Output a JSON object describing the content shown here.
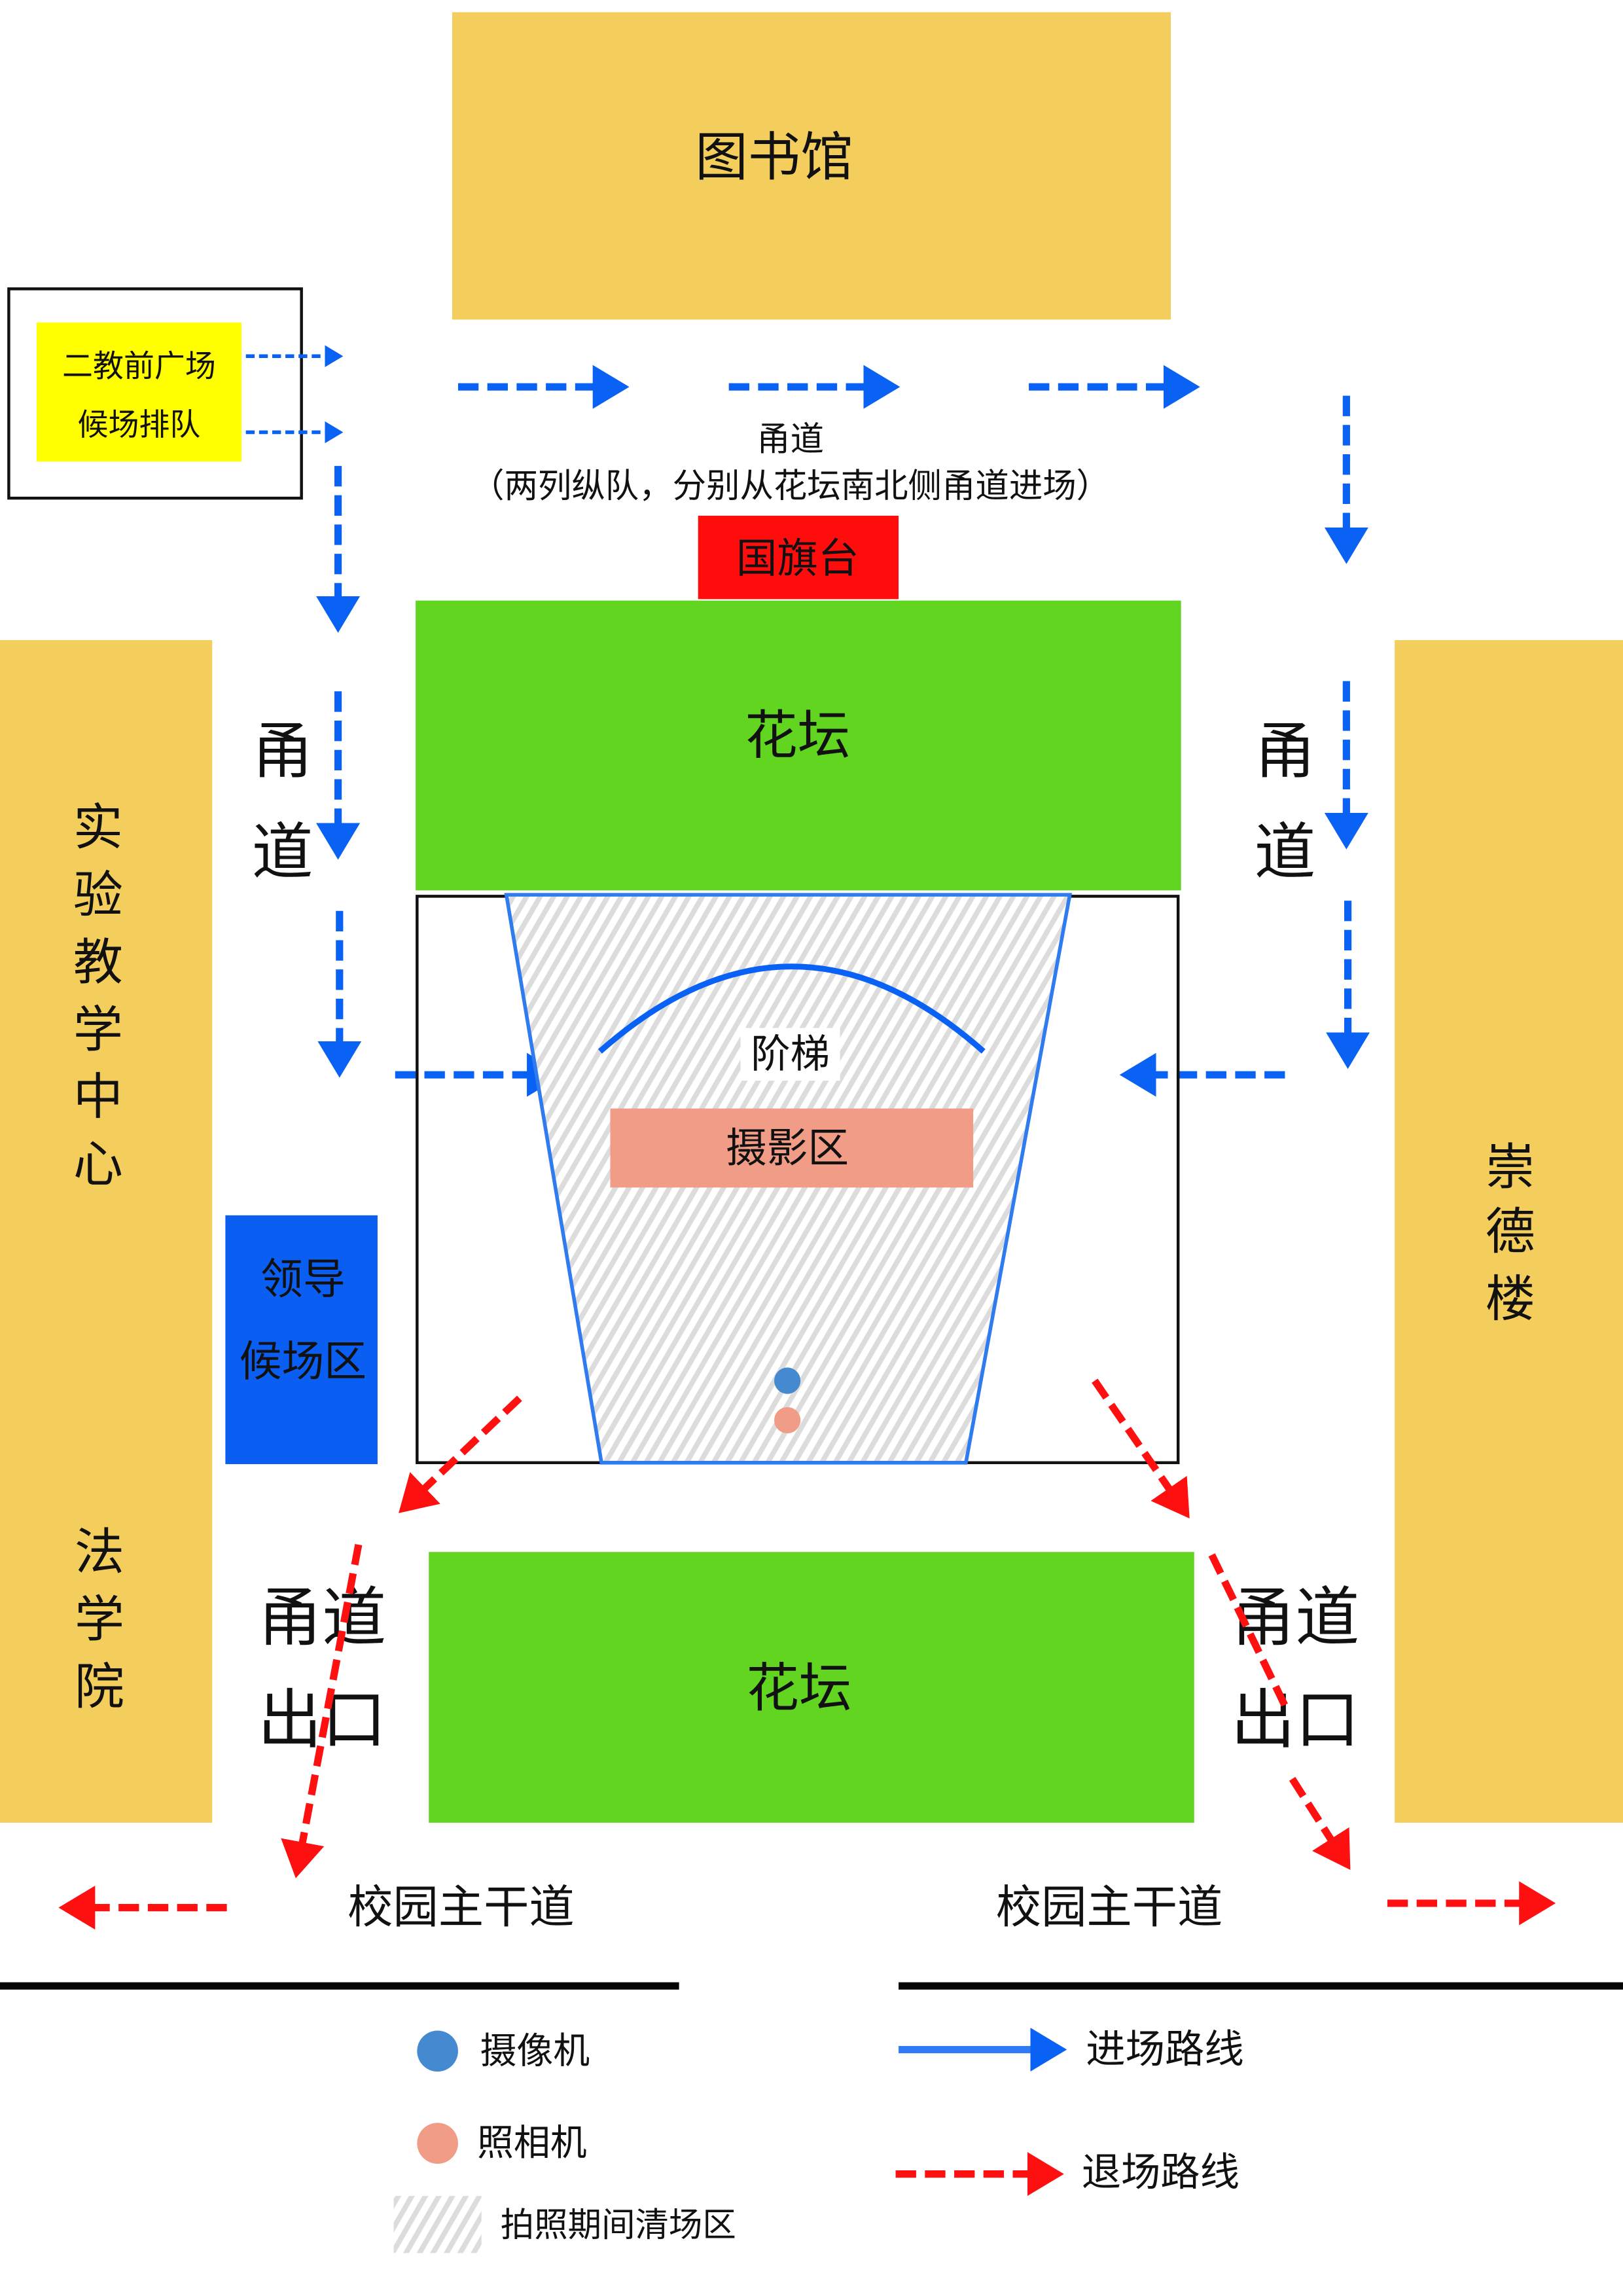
{
  "colors": {
    "building": "#F4CE5C",
    "flowerbed": "#62D521",
    "flag": "#FF0D0D",
    "queue": "#FFFF00",
    "leader": "#0A5FF2",
    "entry": "#0A62F5",
    "exit": "#FF1010",
    "photo": "#F19C87",
    "camera": "#4589D0"
  },
  "library": "图书馆",
  "queue": {
    "line1": "二教前广场",
    "line2": "候场排队"
  },
  "north_path": {
    "label": "甬道",
    "note": "（两列纵队，分别从花坛南北侧甬道进场）"
  },
  "flag_platform": "国旗台",
  "flowerbed_north": "花坛",
  "flowerbed_south": "花坛",
  "left_building": {
    "chars": [
      "实",
      "验",
      "教",
      "学",
      "中",
      "心"
    ]
  },
  "law_school": {
    "chars": [
      "法",
      "学",
      "院"
    ]
  },
  "right_building": {
    "chars": [
      "崇",
      "德",
      "楼"
    ]
  },
  "left_path": {
    "chars": [
      "甬",
      "道"
    ]
  },
  "right_path": {
    "chars": [
      "甬",
      "道"
    ]
  },
  "steps": "阶梯",
  "photo_area": "摄影区",
  "leader_area": {
    "line1": "领导",
    "line2": "候场区"
  },
  "exit_left": {
    "line1": "甬道",
    "line2": "出口"
  },
  "exit_right": {
    "line1": "甬道",
    "line2": "出口"
  },
  "main_road_left": "校园主干道",
  "main_road_right": "校园主干道",
  "legend": {
    "camera": "摄像机",
    "photo_camera": "照相机",
    "cleared_zone": "拍照期间清场区",
    "entry_route": "进场路线",
    "exit_route": "退场路线"
  }
}
